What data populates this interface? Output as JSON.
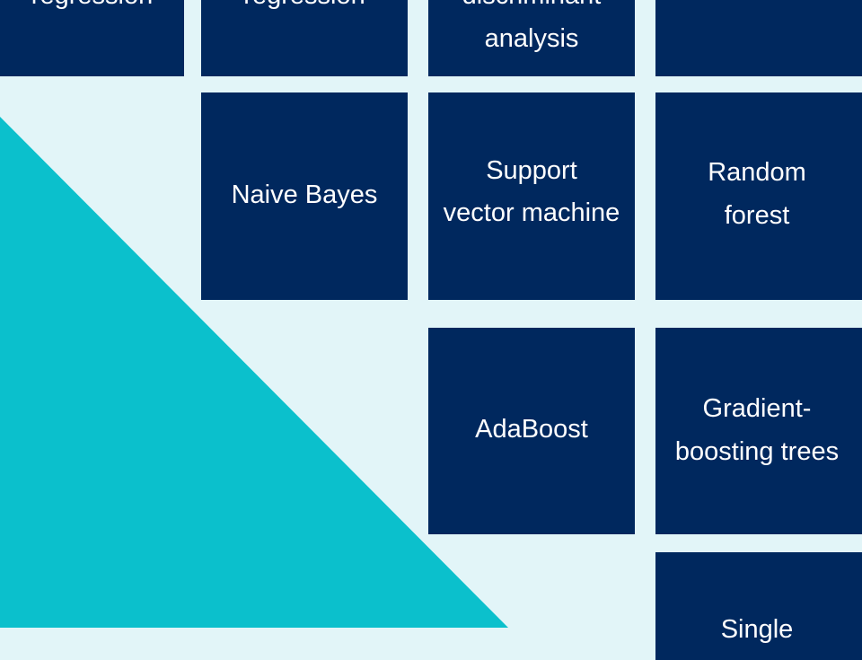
{
  "colors": {
    "background": "#e2f5f8",
    "tile": "#00285e",
    "accent": "#0bc0cc",
    "text": "#ffffff"
  },
  "tiles": [
    {
      "id": "r1c1",
      "lines": [
        "regression"
      ]
    },
    {
      "id": "r1c2",
      "lines": [
        "regression"
      ]
    },
    {
      "id": "r1c3",
      "lines": [
        "discriminant",
        "analysis"
      ]
    },
    {
      "id": "r1c4",
      "lines": []
    },
    {
      "id": "r2c2",
      "lines": [
        "Naive Bayes"
      ]
    },
    {
      "id": "r2c3",
      "lines": [
        "Support",
        "vector machine"
      ]
    },
    {
      "id": "r2c4",
      "lines": [
        "Random",
        "forest"
      ]
    },
    {
      "id": "r3c3",
      "lines": [
        "AdaBoost"
      ]
    },
    {
      "id": "r3c4",
      "lines": [
        "Gradient-",
        "boosting trees"
      ]
    },
    {
      "id": "r4c4",
      "lines": [
        "Single"
      ]
    }
  ]
}
